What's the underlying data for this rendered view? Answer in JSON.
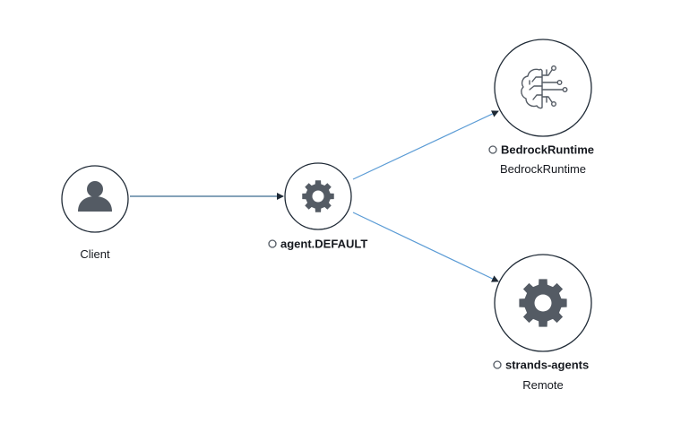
{
  "nodes": {
    "client": {
      "label": "Client",
      "icon": "user-icon"
    },
    "agent": {
      "name": "agent.DEFAULT",
      "icon": "gear-icon"
    },
    "bedrock": {
      "name": "BedrockRuntime",
      "type": "BedrockRuntime",
      "icon": "brain-circuit-icon"
    },
    "strands": {
      "name": "strands-agents",
      "type": "Remote",
      "icon": "gear-icon"
    }
  },
  "edges": [
    {
      "from": "Client",
      "to": "agent.DEFAULT"
    },
    {
      "from": "agent.DEFAULT",
      "to": "BedrockRuntime"
    },
    {
      "from": "agent.DEFAULT",
      "to": "strands-agents"
    }
  ],
  "colors": {
    "edge": "#5a9bd5",
    "edge_arrow": "#1f2a36",
    "node_border": "#1f2a36",
    "icon": "#545b64"
  }
}
